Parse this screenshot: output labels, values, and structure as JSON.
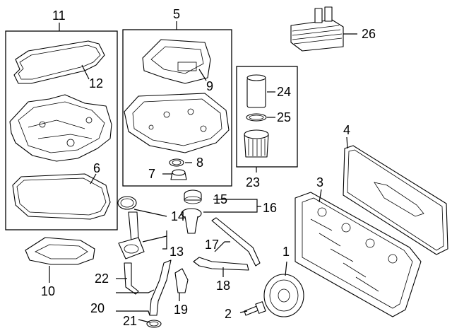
{
  "callouts": {
    "n1": "1",
    "n2": "2",
    "n3": "3",
    "n4": "4",
    "n5": "5",
    "n6": "6",
    "n7": "7",
    "n8": "8",
    "n9": "9",
    "n10": "10",
    "n11": "11",
    "n12": "12",
    "n13": "13",
    "n14": "14",
    "n15": "15",
    "n16": "16",
    "n17": "17",
    "n18": "18",
    "n19": "19",
    "n20": "20",
    "n21": "21",
    "n22": "22",
    "n23": "23",
    "n24": "24",
    "n25": "25",
    "n26": "26"
  },
  "colors": {
    "line": "#000000",
    "background": "#ffffff",
    "shade": "#6a6a6a"
  }
}
